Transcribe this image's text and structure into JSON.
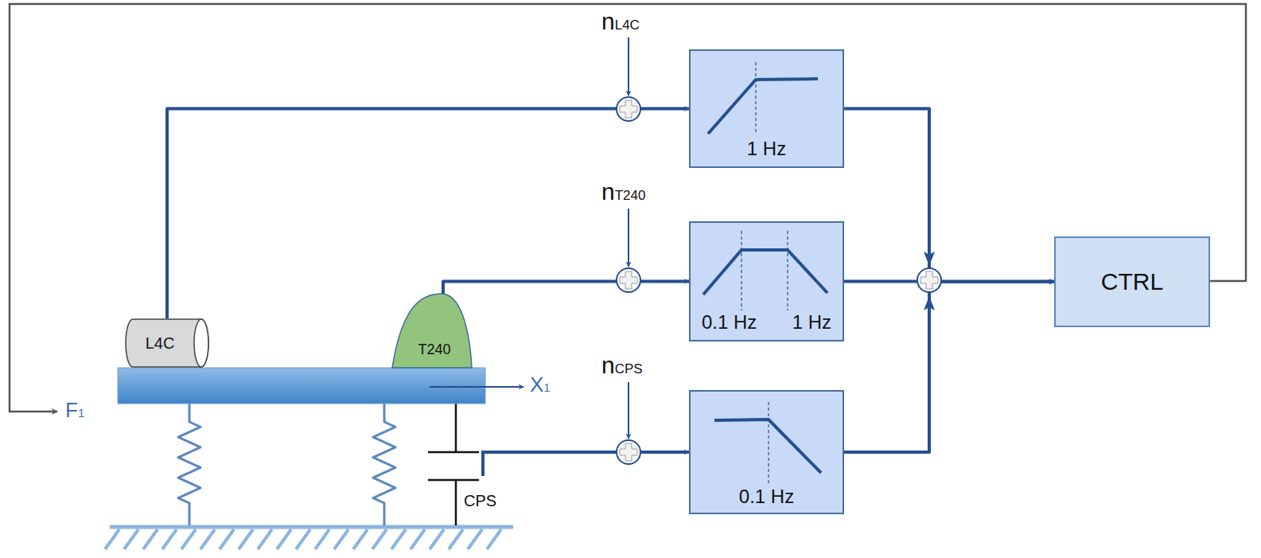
{
  "diagram": {
    "nodes": [
      {
        "text": [
          "L4C"
        ]
      },
      {
        "text": [
          "T240"
        ]
      },
      {
        "text": [
          "1 Hz"
        ]
      },
      {
        "text": [
          "0.1 Hz",
          "1 Hz"
        ]
      },
      {
        "text": [
          "0.1 Hz"
        ]
      },
      {
        "text": [
          "CTRL"
        ]
      }
    ],
    "edges": [
      {
        "from": 0,
        "to": 2,
        "arrow": "to"
      },
      {
        "from": 1,
        "to": 3,
        "arrow": "to"
      },
      {
        "from": 2,
        "to": 5,
        "arrow": "to"
      },
      {
        "from": 3,
        "to": 5,
        "arrow": "to"
      },
      {
        "from": 4,
        "to": 5,
        "arrow": "to"
      }
    ],
    "labels": [
      "nL4C",
      "nT240",
      "nCPS",
      "X1",
      "F1",
      "CPS"
    ]
  }
}
